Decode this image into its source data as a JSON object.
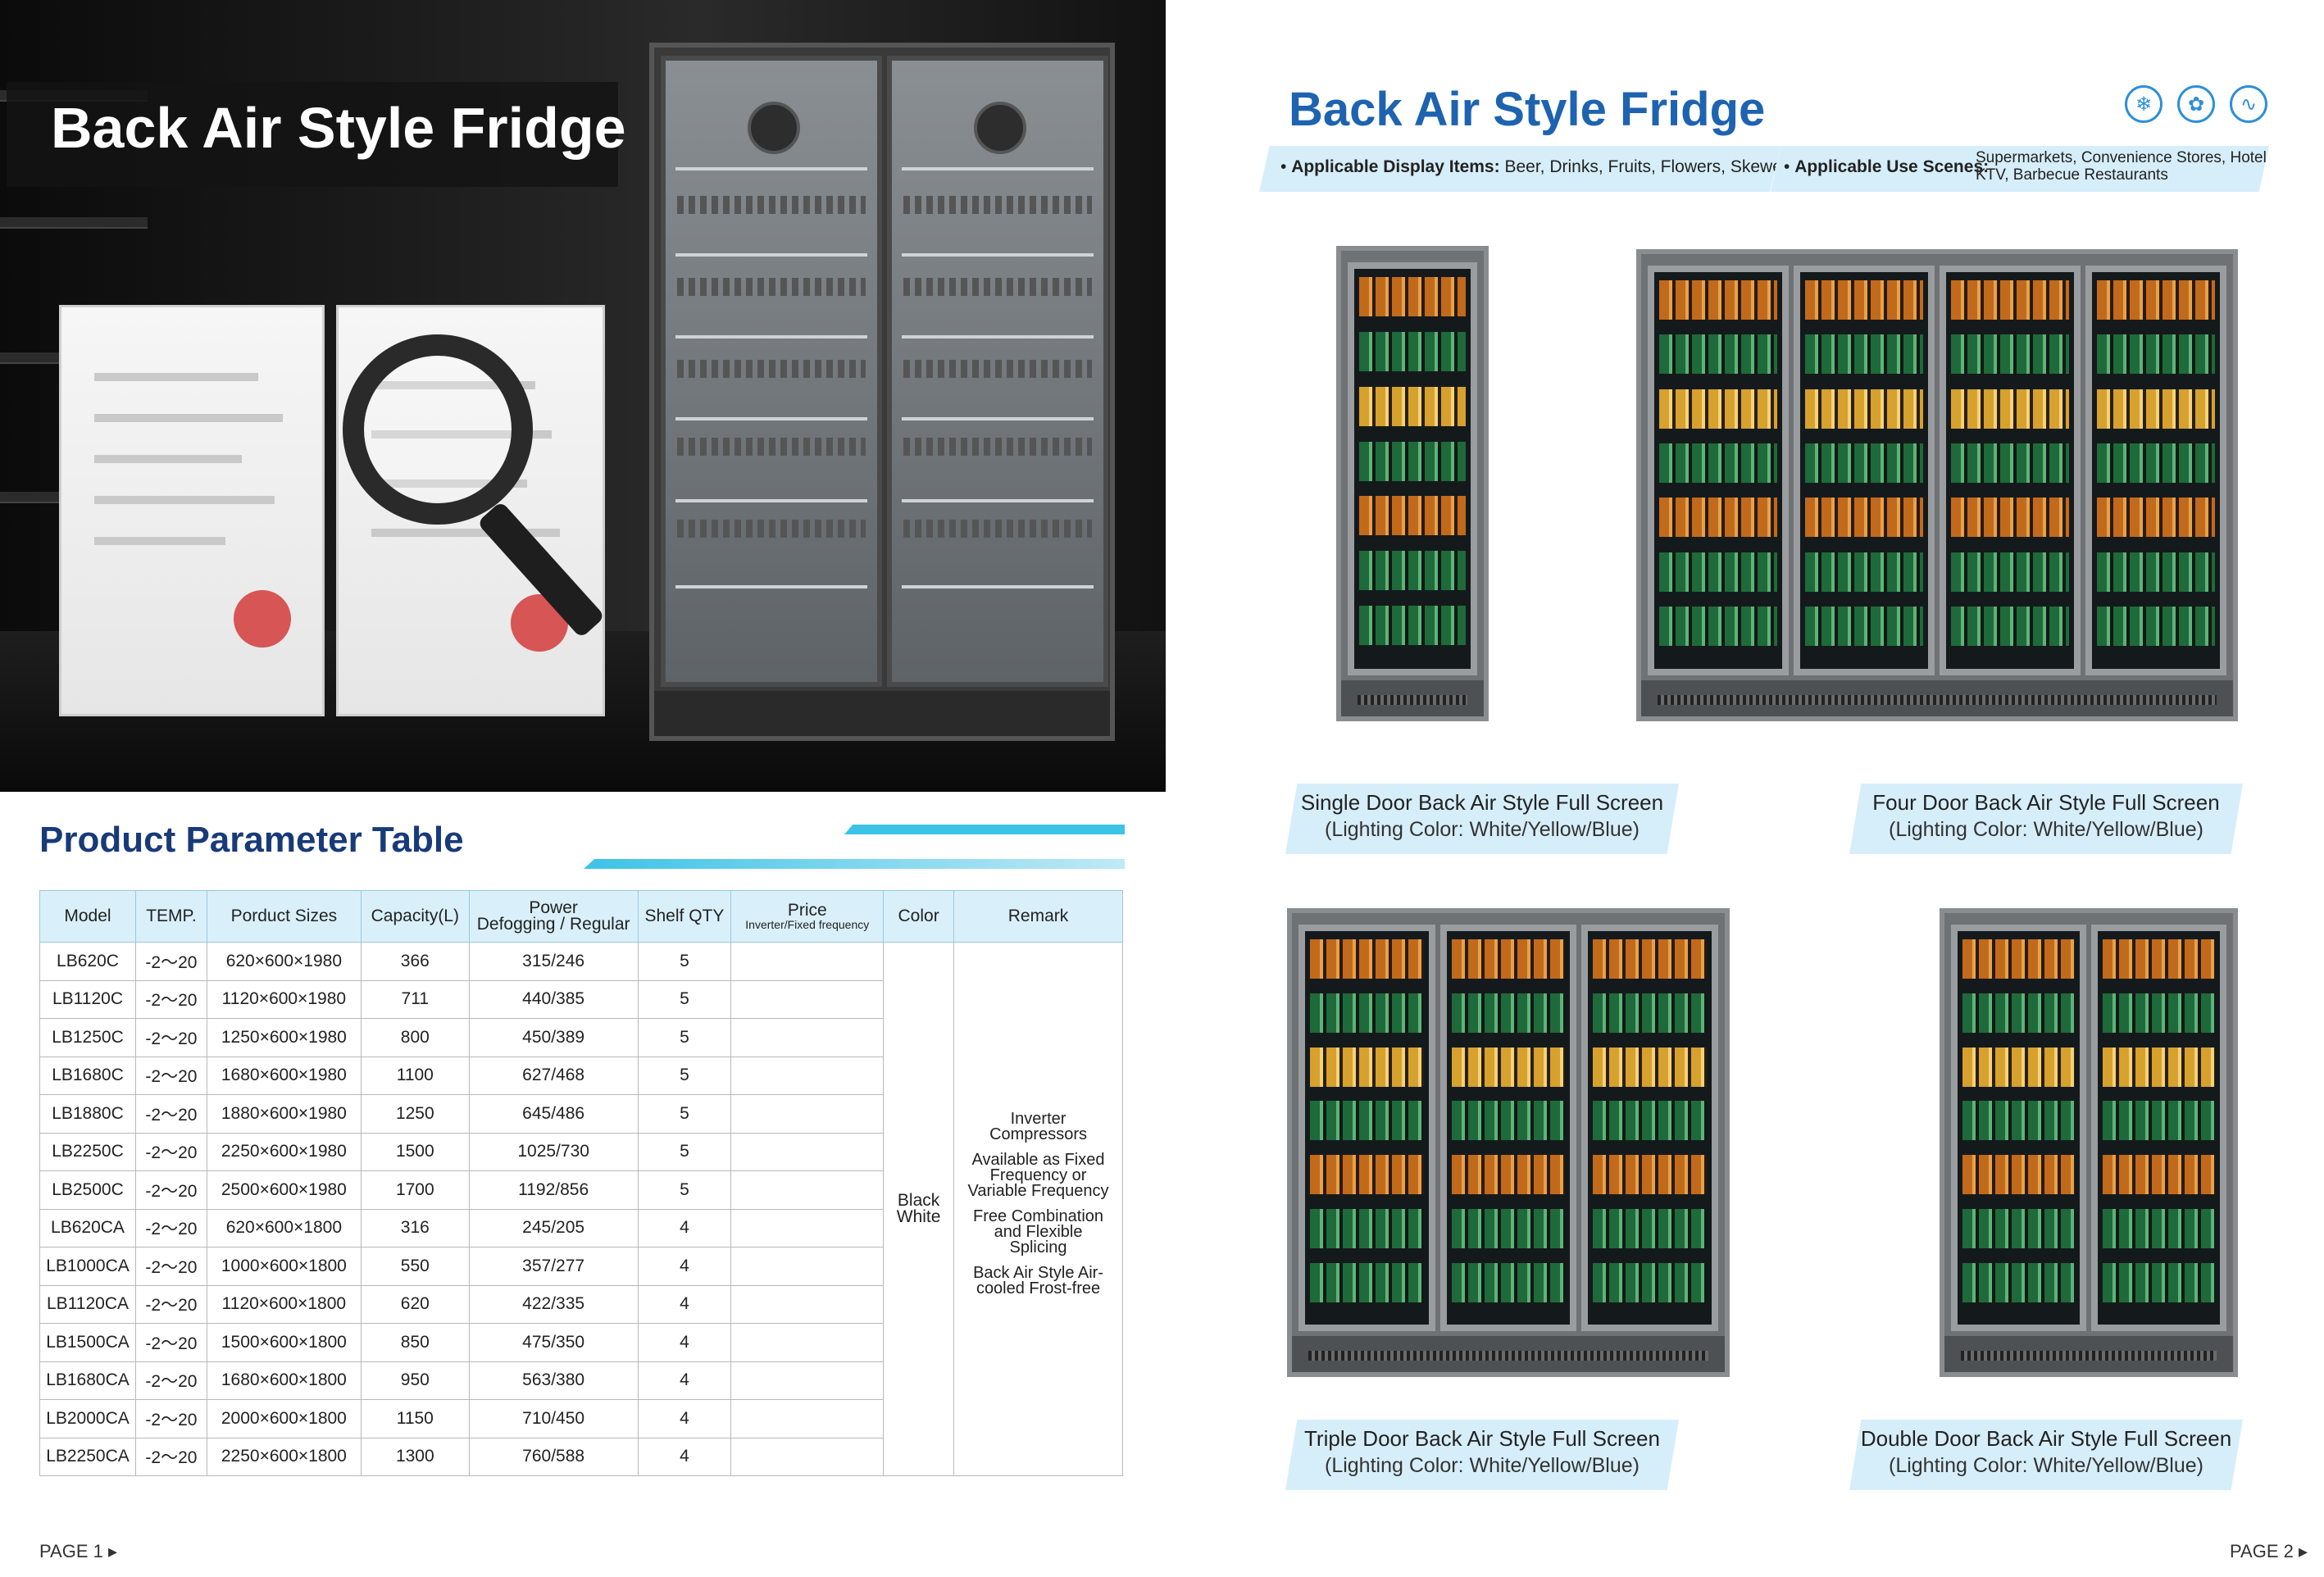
{
  "page1": {
    "hero_title": "Back Air Style Fridge",
    "table_title": "Product Parameter Table",
    "table": {
      "headers": {
        "model": "Model",
        "temp": "TEMP.",
        "sizes": "Porduct Sizes",
        "capacity": "Capacity(L)",
        "power_l1": "Power",
        "power_l2": "Defogging / Regular",
        "shelf": "Shelf QTY",
        "price_l1": "Price",
        "price_l2": "Inverter/Fixed frequency",
        "color": "Color",
        "remark": "Remark"
      },
      "rows": [
        {
          "model": "LB620C",
          "temp": "-2～20",
          "size": "620×600×1980",
          "cap": "366",
          "power": "315/246",
          "shelf": "5"
        },
        {
          "model": "LB1120C",
          "temp": "-2～20",
          "size": "1120×600×1980",
          "cap": "711",
          "power": "440/385",
          "shelf": "5"
        },
        {
          "model": "LB1250C",
          "temp": "-2～20",
          "size": "1250×600×1980",
          "cap": "800",
          "power": "450/389",
          "shelf": "5"
        },
        {
          "model": "LB1680C",
          "temp": "-2～20",
          "size": "1680×600×1980",
          "cap": "1100",
          "power": "627/468",
          "shelf": "5"
        },
        {
          "model": "LB1880C",
          "temp": "-2～20",
          "size": "1880×600×1980",
          "cap": "1250",
          "power": "645/486",
          "shelf": "5"
        },
        {
          "model": "LB2250C",
          "temp": "-2～20",
          "size": "2250×600×1980",
          "cap": "1500",
          "power": "1025/730",
          "shelf": "5"
        },
        {
          "model": "LB2500C",
          "temp": "-2～20",
          "size": "2500×600×1980",
          "cap": "1700",
          "power": "1192/856",
          "shelf": "5"
        },
        {
          "model": "LB620CA",
          "temp": "-2～20",
          "size": "620×600×1800",
          "cap": "316",
          "power": "245/205",
          "shelf": "4"
        },
        {
          "model": "LB1000CA",
          "temp": "-2～20",
          "size": "1000×600×1800",
          "cap": "550",
          "power": "357/277",
          "shelf": "4"
        },
        {
          "model": "LB1120CA",
          "temp": "-2～20",
          "size": "1120×600×1800",
          "cap": "620",
          "power": "422/335",
          "shelf": "4"
        },
        {
          "model": "LB1500CA",
          "temp": "-2～20",
          "size": "1500×600×1800",
          "cap": "850",
          "power": "475/350",
          "shelf": "4"
        },
        {
          "model": "LB1680CA",
          "temp": "-2～20",
          "size": "1680×600×1800",
          "cap": "950",
          "power": "563/380",
          "shelf": "4"
        },
        {
          "model": "LB2000CA",
          "temp": "-2～20",
          "size": "2000×600×1800",
          "cap": "1150",
          "power": "710/450",
          "shelf": "4"
        },
        {
          "model": "LB2250CA",
          "temp": "-2～20",
          "size": "2250×600×1800",
          "cap": "1300",
          "power": "760/588",
          "shelf": "4"
        }
      ],
      "color_l1": "Black",
      "color_l2": "White",
      "remark_items": [
        "Inverter Compressors",
        "Available as Fixed Frequency or Variable Frequency",
        "Free Combination and Flexible Splicing",
        "Back Air Style Air-cooled Frost-free"
      ]
    },
    "page_label": "PAGE 1 ▸"
  },
  "page2": {
    "title": "Back Air Style Fridge",
    "display_label": "Applicable Display Items:",
    "display_value": "Beer, Drinks, Fruits, Flowers, Skewers",
    "scene_label": "Applicable Use Scenes:",
    "scene_value_l1": "Supermarkets, Convenience Stores, Hotels,",
    "scene_value_l2": "KTV, Barbecue Restaurants",
    "products": [
      {
        "title": "Single Door Back Air Style Full Screen",
        "subtitle": "(Lighting Color: White/Yellow/Blue)"
      },
      {
        "title": "Four Door Back Air Style Full Screen",
        "subtitle": "(Lighting Color: White/Yellow/Blue)"
      },
      {
        "title": "Triple Door Back Air Style Full Screen",
        "subtitle": "(Lighting Color: White/Yellow/Blue)"
      },
      {
        "title": "Double Door Back Air Style Full Screen",
        "subtitle": "(Lighting Color: White/Yellow/Blue)"
      }
    ],
    "icons": [
      "snowflake-icon",
      "fan-icon",
      "pulse-icon"
    ],
    "page_label": "PAGE 2 ▸"
  },
  "colors": {
    "title_blue": "#1e63b0",
    "navy": "#183a78",
    "light_blue": "#d6eef9",
    "accent_cyan": "#3cc3e6"
  }
}
